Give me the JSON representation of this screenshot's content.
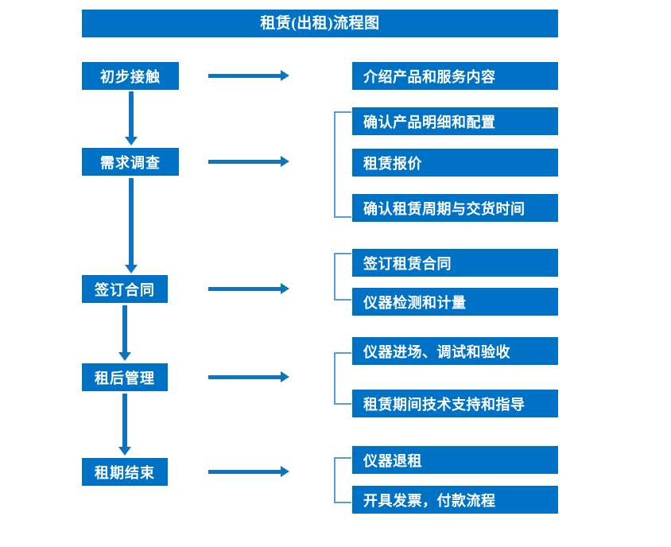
{
  "title": "租赁(出租)流程图",
  "theme": {
    "box_fill": "#0072C6",
    "box_text": "#ffffff",
    "arrow": "#0F74BD",
    "bracket": "#5B9BD5",
    "background": "#ffffff"
  },
  "stages": [
    {
      "label": "初步接触"
    },
    {
      "label": "需求调查"
    },
    {
      "label": "签订合同"
    },
    {
      "label": "租后管理"
    },
    {
      "label": "租期结束"
    }
  ],
  "details": [
    {
      "label": "介绍产品和服务内容"
    },
    {
      "label": "确认产品明细和配置"
    },
    {
      "label": "租赁报价"
    },
    {
      "label": "确认租赁周期与交货时间"
    },
    {
      "label": "签订租赁合同"
    },
    {
      "label": "仪器检测和计量"
    },
    {
      "label": "仪器进场、调试和验收"
    },
    {
      "label": "租赁期间技术支持和指导"
    },
    {
      "label": "仪器退租"
    },
    {
      "label": "开具发票，付款流程"
    }
  ],
  "flow": {
    "stage_to_detail_arrows": 5,
    "stage_to_stage_arrows": 4,
    "group_brackets": 4
  }
}
